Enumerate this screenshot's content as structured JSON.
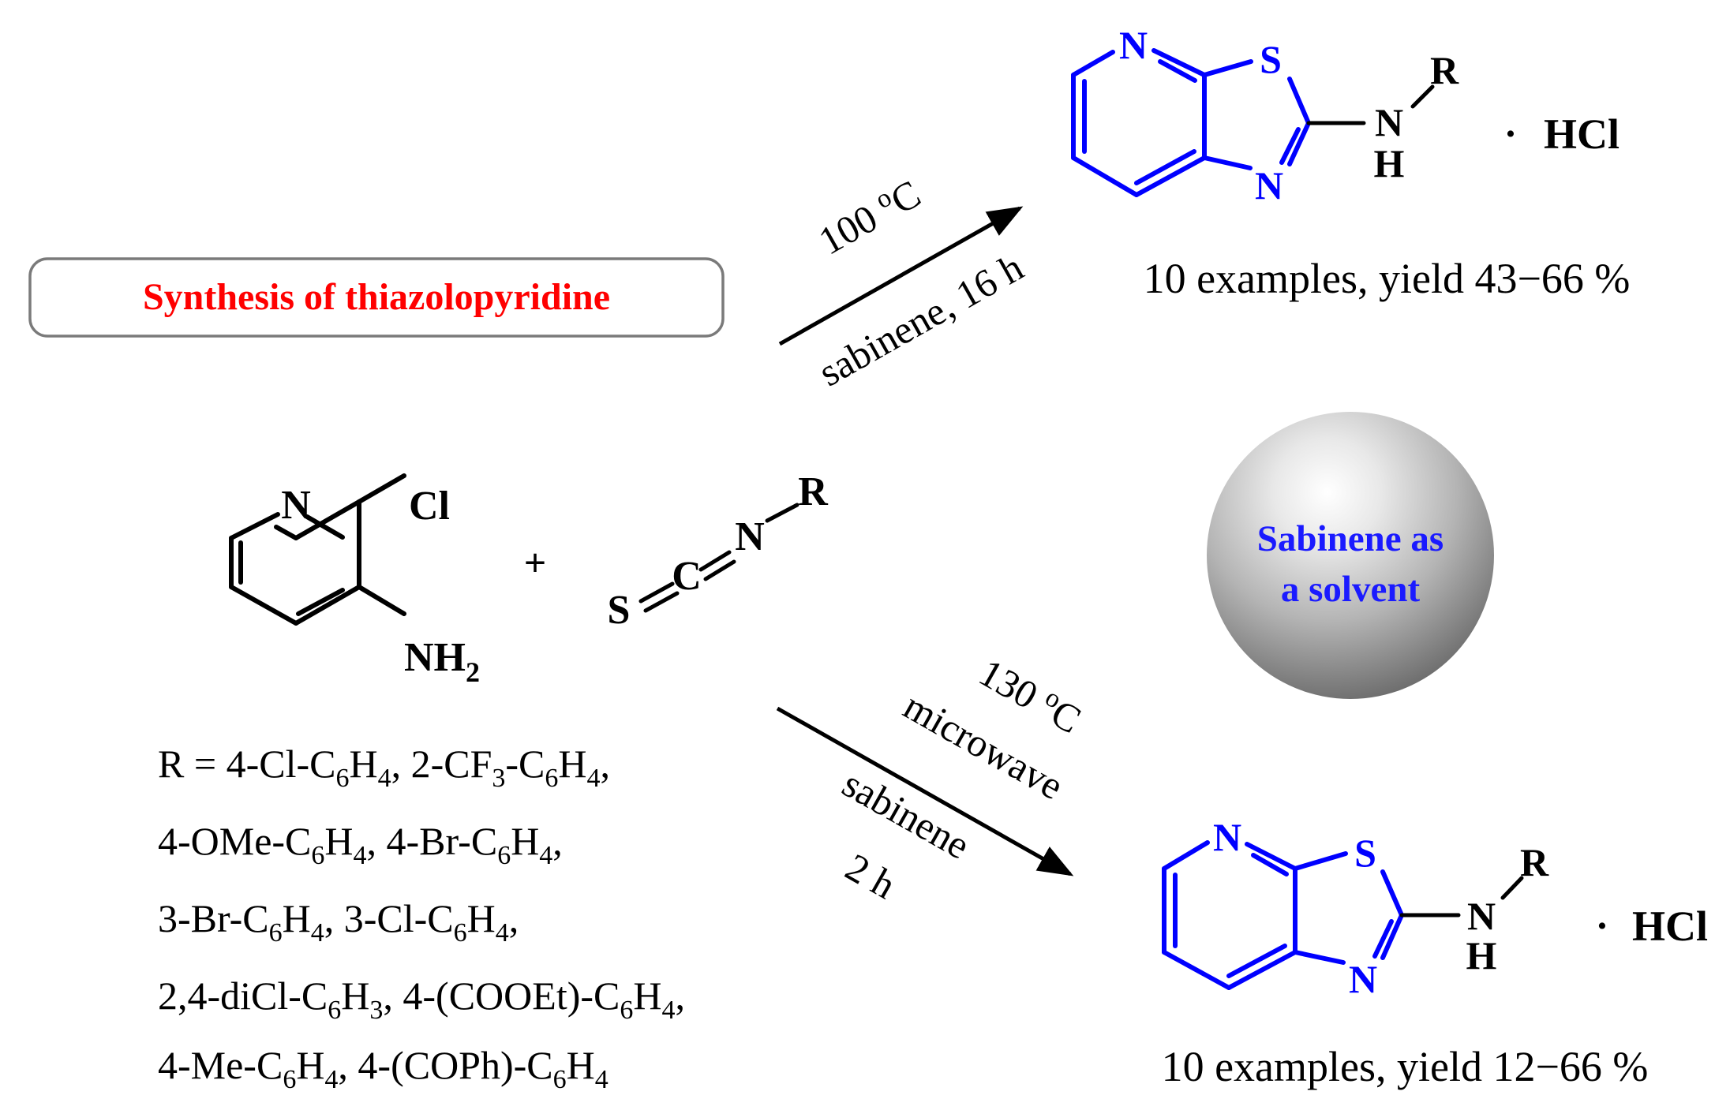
{
  "title_box": {
    "text": "Synthesis of thiazolopyridine",
    "color": "#ff0000"
  },
  "badge": {
    "line1": "Sabinene as",
    "line2": "a solvent",
    "color": "#1a1aff"
  },
  "reactant": {
    "n": "N",
    "cl": "Cl",
    "nh": "NH",
    "sub2": "2"
  },
  "plus": "+",
  "isothiocyanate": {
    "s": "S",
    "c": "C",
    "n": "N",
    "r": "R"
  },
  "top_arrow": {
    "above": "100 °C",
    "above_main": "100 ",
    "above_sup": "o",
    "above_unit": "C",
    "below": "sabinene, 16 h"
  },
  "bottom_arrow": {
    "line1_main": "130 ",
    "line1_sup": "o",
    "line1_unit": "C",
    "line2": "microwave",
    "line3": "sabinene",
    "line4": "2 h"
  },
  "product": {
    "n_ring": "N",
    "s": "S",
    "n_bottom": "N",
    "nh_n": "N",
    "nh_h": "H",
    "r": "R",
    "dot": "·",
    "hcl": "HCl",
    "ring_color": "#0000ff"
  },
  "top_caption": "10 examples, yield 43−66 %",
  "bottom_caption": "10 examples, yield 12−66 %",
  "r_groups": {
    "prefix": "R = ",
    "items": [
      [
        "4-Cl-C",
        "6",
        "H",
        "4",
        ", "
      ],
      [
        "2-CF",
        "3",
        "-C",
        "6",
        "H",
        "4",
        ","
      ],
      [
        "4-OMe-C",
        "6",
        "H",
        "4",
        ", "
      ],
      [
        "4-Br-C",
        "6",
        "H",
        "4",
        ","
      ],
      [
        "3-Br-C",
        "6",
        "H",
        "4",
        ", "
      ],
      [
        "3-Cl-C",
        "6",
        "H",
        "4",
        ","
      ],
      [
        "2,4-diCl-C",
        "6",
        "H",
        "3",
        ", "
      ],
      [
        "4-(COOEt)-C",
        "6",
        "H",
        "4",
        ","
      ],
      [
        "4-Me-C",
        "6",
        "H",
        "4",
        ", "
      ],
      [
        "4-(COPh)-C",
        "6",
        "H",
        "4",
        ""
      ]
    ]
  }
}
